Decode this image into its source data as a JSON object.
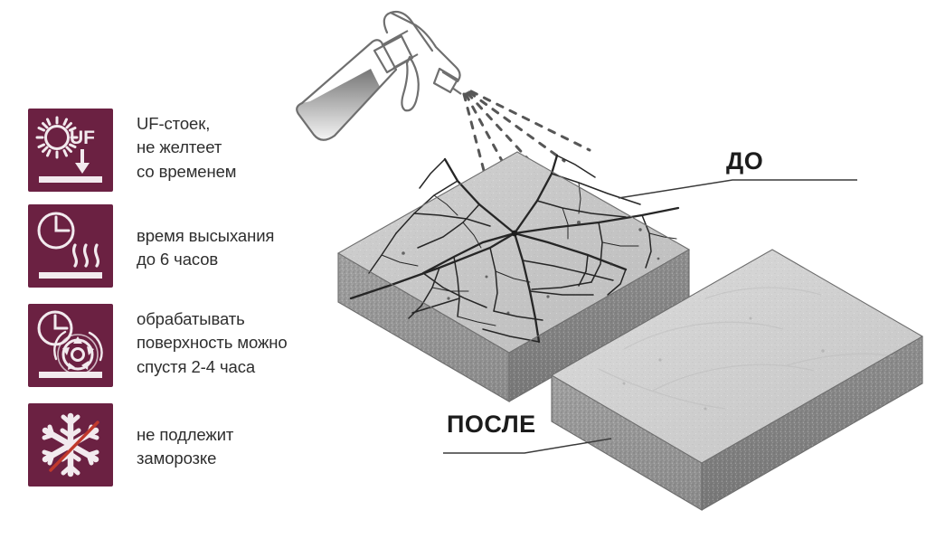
{
  "theme": {
    "icon_bg": "#6b2142",
    "icon_fg": "#f2eaee",
    "text": "#2e2e2e",
    "label_text": "#1c1c1c",
    "strike_red": "#c0392b",
    "slab_top": "#c9c9c9",
    "slab_side": "#8d8d8d",
    "slab_front": "#9a9a9a",
    "crack": "#2a2a2a",
    "outline": "#6f6f6f",
    "background": "#ffffff"
  },
  "features": [
    {
      "icon": "uv-sun-icon",
      "icon_label": "UF",
      "text": "UF-стоек,\nне желтеет\nсо временем"
    },
    {
      "icon": "clock-drying-icon",
      "icon_label": "",
      "text": "время высыхания\nдо 6 часов"
    },
    {
      "icon": "clock-wheel-icon",
      "icon_label": "",
      "text": "обрабатывать\nповерхность можно\nспустя 2-4 часа"
    },
    {
      "icon": "no-freeze-snowflake-icon",
      "icon_label": "",
      "text": "не подлежит\nзаморозке"
    }
  ],
  "illustration": {
    "sprayer": {
      "name": "spray-bottle-icon",
      "spray_line_count": 5
    },
    "slabs": [
      {
        "name": "cracked-concrete-slab",
        "state": "cracked",
        "callout": "ДО"
      },
      {
        "name": "smooth-concrete-slab",
        "state": "smooth",
        "callout": "ПОСЛЕ"
      }
    ]
  },
  "callouts": {
    "before": "ДО",
    "after": "ПОСЛЕ"
  }
}
